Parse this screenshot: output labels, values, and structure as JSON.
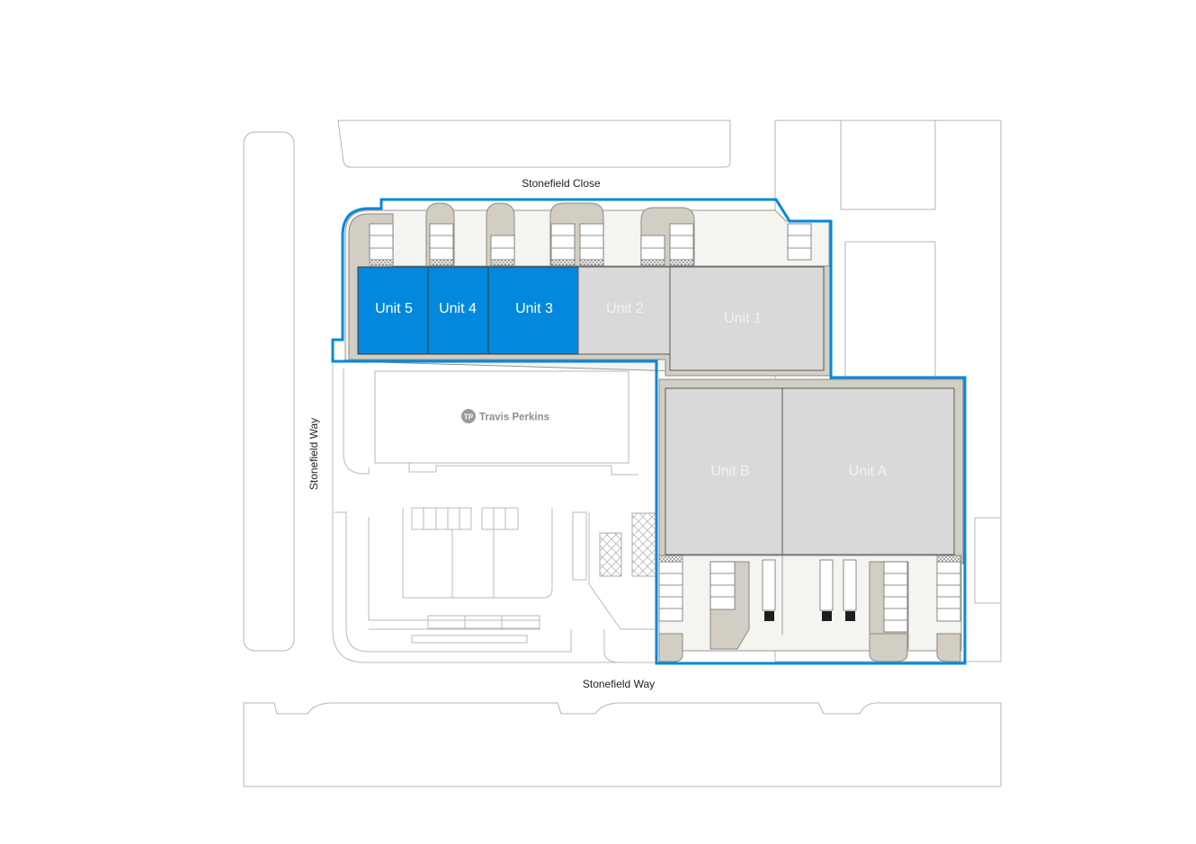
{
  "map": {
    "streets": {
      "top": "Stonefield Close",
      "left": "Stonefield Way",
      "bottom": "Stonefield Way"
    },
    "neighbour_label": "Travis Perkins",
    "neighbour_logo_text": "TP",
    "units": [
      {
        "label": "Unit 5",
        "status": "available",
        "color": "#0288dc"
      },
      {
        "label": "Unit 4",
        "status": "available",
        "color": "#0288dc"
      },
      {
        "label": "Unit 3",
        "status": "available",
        "color": "#0288dc"
      },
      {
        "label": "Unit 2",
        "status": "unavailable",
        "color": "#d9d9d9"
      },
      {
        "label": "Unit 1",
        "status": "unavailable",
        "color": "#d9d9d9"
      },
      {
        "label": "Unit B",
        "status": "unavailable",
        "color": "#d9d9d9"
      },
      {
        "label": "Unit A",
        "status": "unavailable",
        "color": "#d9d9d9"
      }
    ],
    "colors": {
      "boundary": "#0288dc",
      "available": "#0288dc",
      "unavailable": "#d9d9d9",
      "hardstanding": "#d3cec4"
    }
  }
}
